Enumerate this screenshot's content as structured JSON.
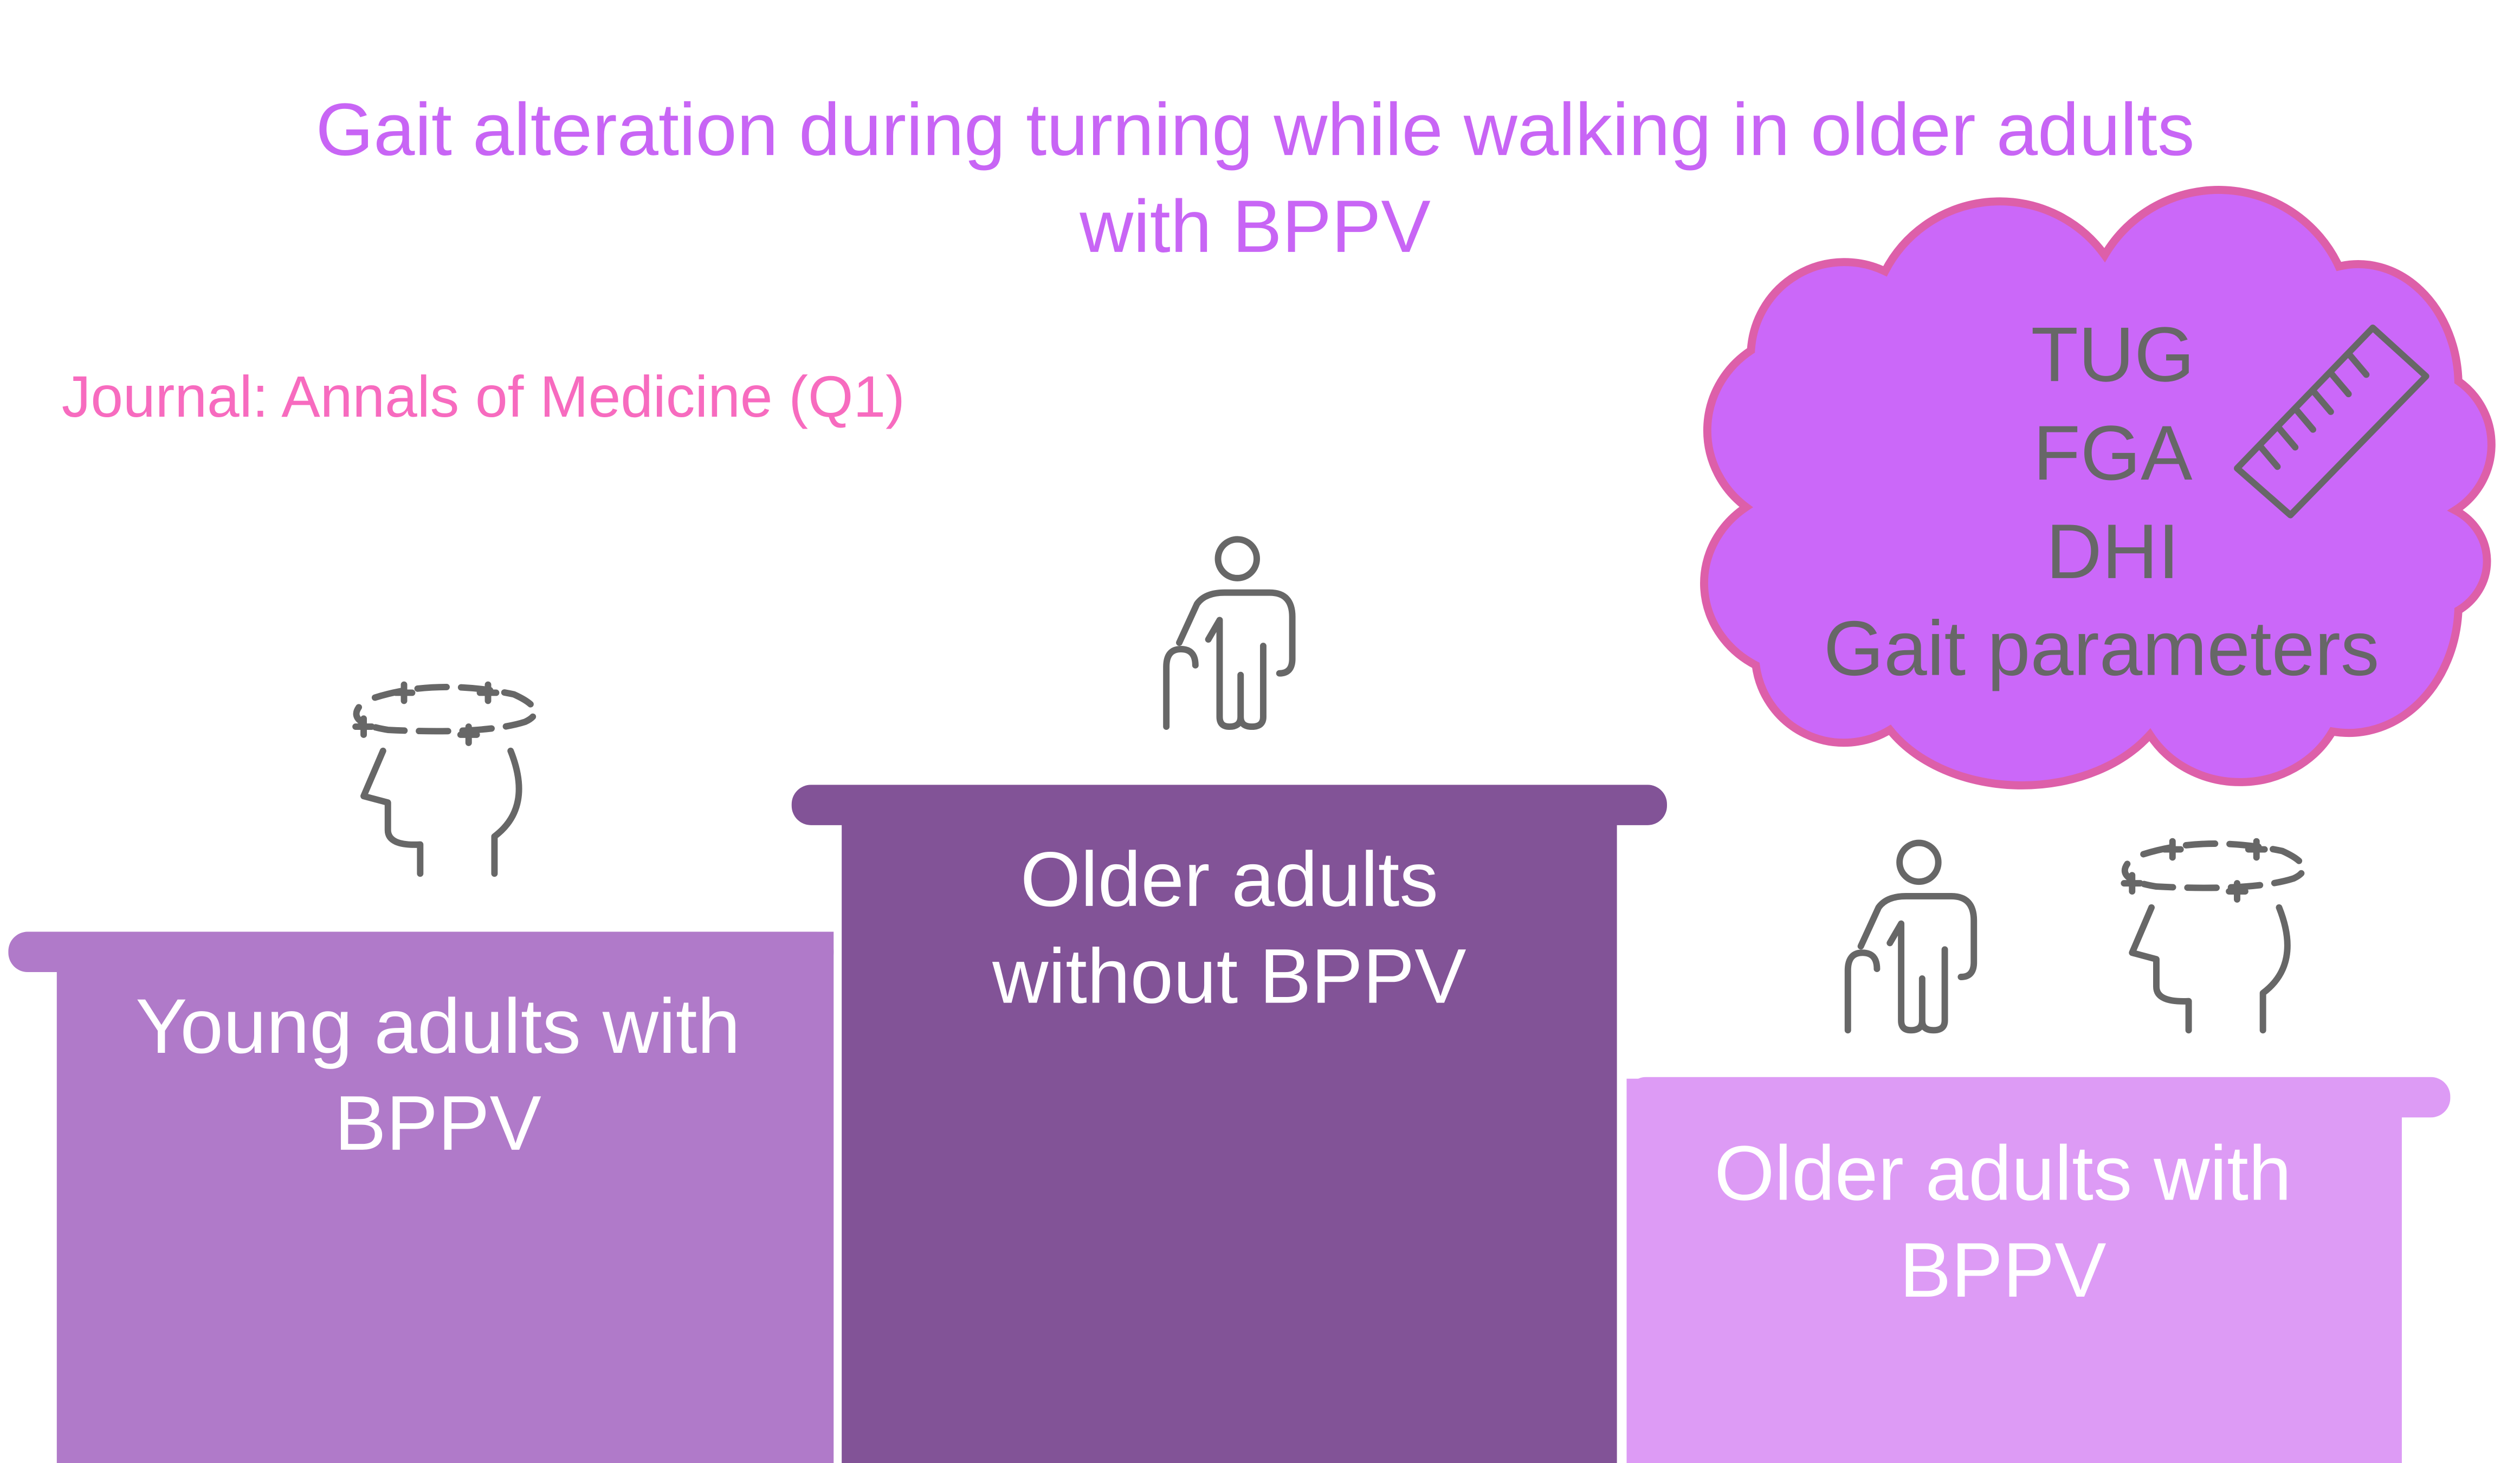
{
  "title": {
    "line1": "Gait alteration during turning while walking in older adults",
    "line2": "with BPPV"
  },
  "journal": "Journal: Annals of Medicine (Q1)",
  "podiums": [
    {
      "line1": "Young adults with",
      "line2": "BPPV",
      "icons": [
        "dizzy-head-icon"
      ]
    },
    {
      "line1": "Older adults",
      "line2": "without BPPV",
      "icons": [
        "elderly-person-cane-icon"
      ]
    },
    {
      "line1": "Older adults with",
      "line2": "BPPV",
      "icons": [
        "elderly-person-cane-icon",
        "dizzy-head-icon"
      ]
    }
  ],
  "measures": {
    "items": [
      "TUG",
      "FGA",
      "DHI",
      "Gait parameters"
    ],
    "icon": "ruler-icon"
  },
  "colors": {
    "title": "#c865f5",
    "journal": "#f76bbf",
    "podium_left": "#b07ac9",
    "podium_middle": "#825397",
    "podium_right": "#dd9bf5",
    "cloud_fill": "#cb68f9",
    "cloud_stroke": "#dd5fa9",
    "icon": "#676767"
  }
}
